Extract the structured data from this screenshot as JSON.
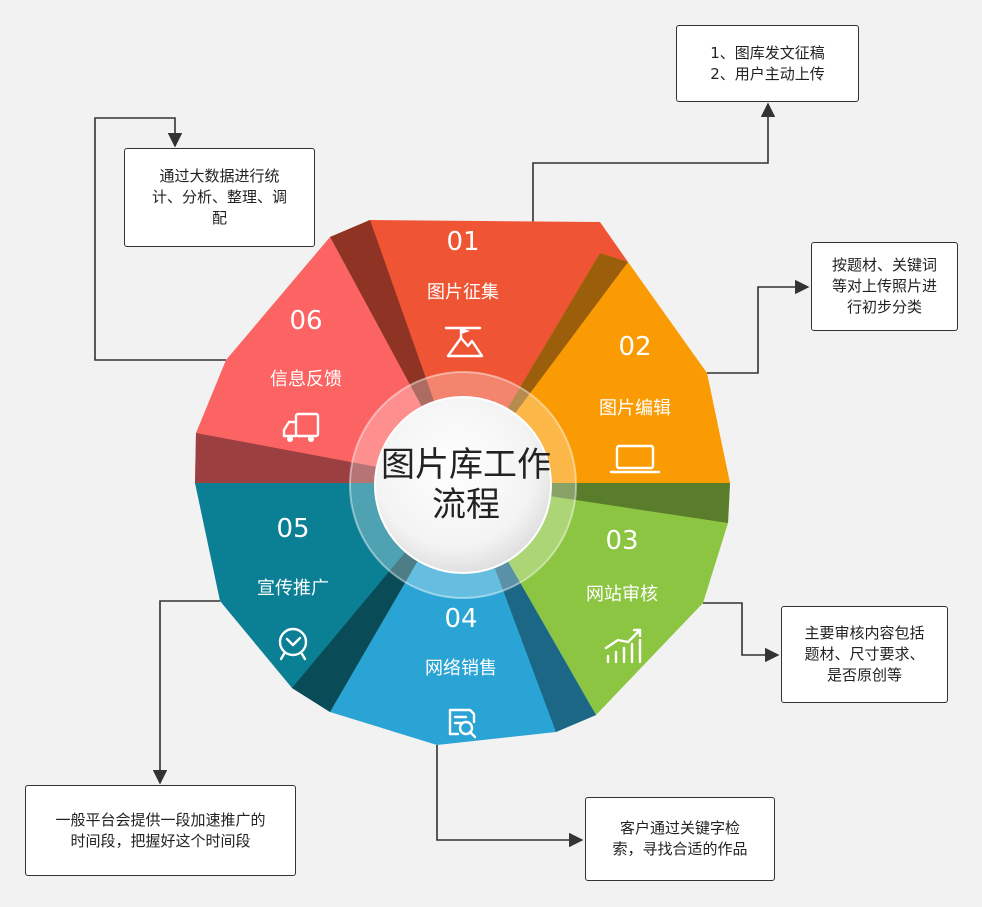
{
  "center": {
    "title_line1": "图片库工作",
    "title_line2": "流程"
  },
  "segments": [
    {
      "number": "01",
      "label": "图片征集",
      "icon": "mountain-flag-icon",
      "color": "#ef5535"
    },
    {
      "number": "02",
      "label": "图片编辑",
      "icon": "laptop-icon",
      "color": "#fb9b03"
    },
    {
      "number": "03",
      "label": "网站审核",
      "icon": "bar-chart-icon",
      "color": "#8cc541"
    },
    {
      "number": "04",
      "label": "网络销售",
      "icon": "document-search-icon",
      "color": "#2aa4d4"
    },
    {
      "number": "05",
      "label": "宣传推广",
      "icon": "alarm-clock-icon",
      "color": "#0b7f94"
    },
    {
      "number": "06",
      "label": "信息反馈",
      "icon": "truck-icon",
      "color": "#fc6463"
    }
  ],
  "notes": {
    "collect": {
      "lines": [
        "1、图库发文征稿",
        "2、用户主动上传"
      ]
    },
    "edit": {
      "lines": [
        "按题材、关键词",
        "等对上传照片进",
        "行初步分类"
      ]
    },
    "review": {
      "lines": [
        "主要审核内容包括",
        "题材、尺寸要求、",
        "是否原创等"
      ]
    },
    "sales": {
      "lines": [
        "客户通过关键字检",
        "索，寻找合适的作品"
      ]
    },
    "promote": {
      "lines": [
        "一般平台会提供一段加速推广的",
        "时间段，把握好这个时间段"
      ]
    },
    "feedback": {
      "lines": [
        "通过大数据进行统",
        "计、分析、整理、调",
        "配"
      ]
    }
  }
}
